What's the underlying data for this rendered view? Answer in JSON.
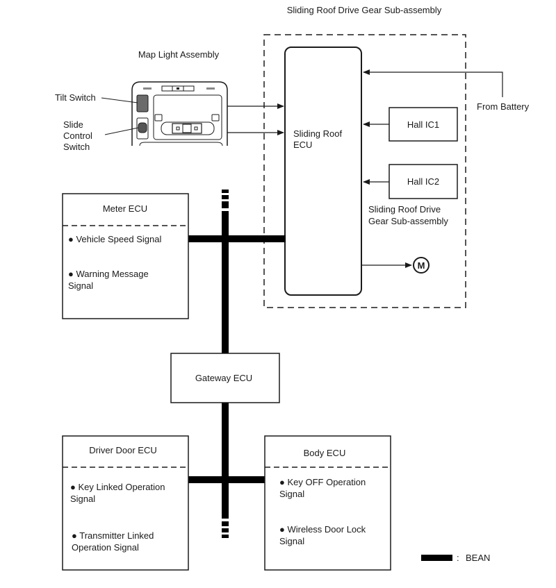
{
  "title": "Sliding Roof Drive Gear Sub-assembly",
  "map_light": {
    "title": "Map Light Assembly",
    "tilt_switch_label": "Tilt Switch",
    "slide_control_label_lines": [
      "Slide",
      "Control",
      "Switch"
    ]
  },
  "sliding_roof_ecu": {
    "label_lines": [
      "Sliding Roof",
      "ECU"
    ]
  },
  "from_battery": "From Battery",
  "hall_ic1": "Hall IC1",
  "hall_ic2": "Hall IC2",
  "drive_gear_label_lines": [
    "Sliding Roof Drive",
    "Gear Sub-assembly"
  ],
  "motor_symbol": "M",
  "meter_ecu": {
    "title": "Meter ECU",
    "signals": [
      [
        "● Vehicle Speed Signal"
      ],
      [
        "● Warning Message",
        "Signal"
      ]
    ]
  },
  "gateway_ecu": "Gateway ECU",
  "driver_door_ecu": {
    "title": "Driver Door ECU",
    "signals": [
      [
        "● Key Linked Operation",
        "Signal"
      ],
      [
        "● Transmitter Linked",
        "Operation Signal"
      ]
    ]
  },
  "body_ecu": {
    "title": "Body ECU",
    "signals": [
      [
        "● Key OFF Operation",
        "Signal"
      ],
      [
        "● Wireless Door Lock",
        "Signal"
      ]
    ]
  },
  "legend": {
    "separator": ":",
    "label": "BEAN"
  },
  "colors": {
    "line": "#1a1a1a",
    "bus": "#000000",
    "switch_fill": "#6b6b6b"
  }
}
